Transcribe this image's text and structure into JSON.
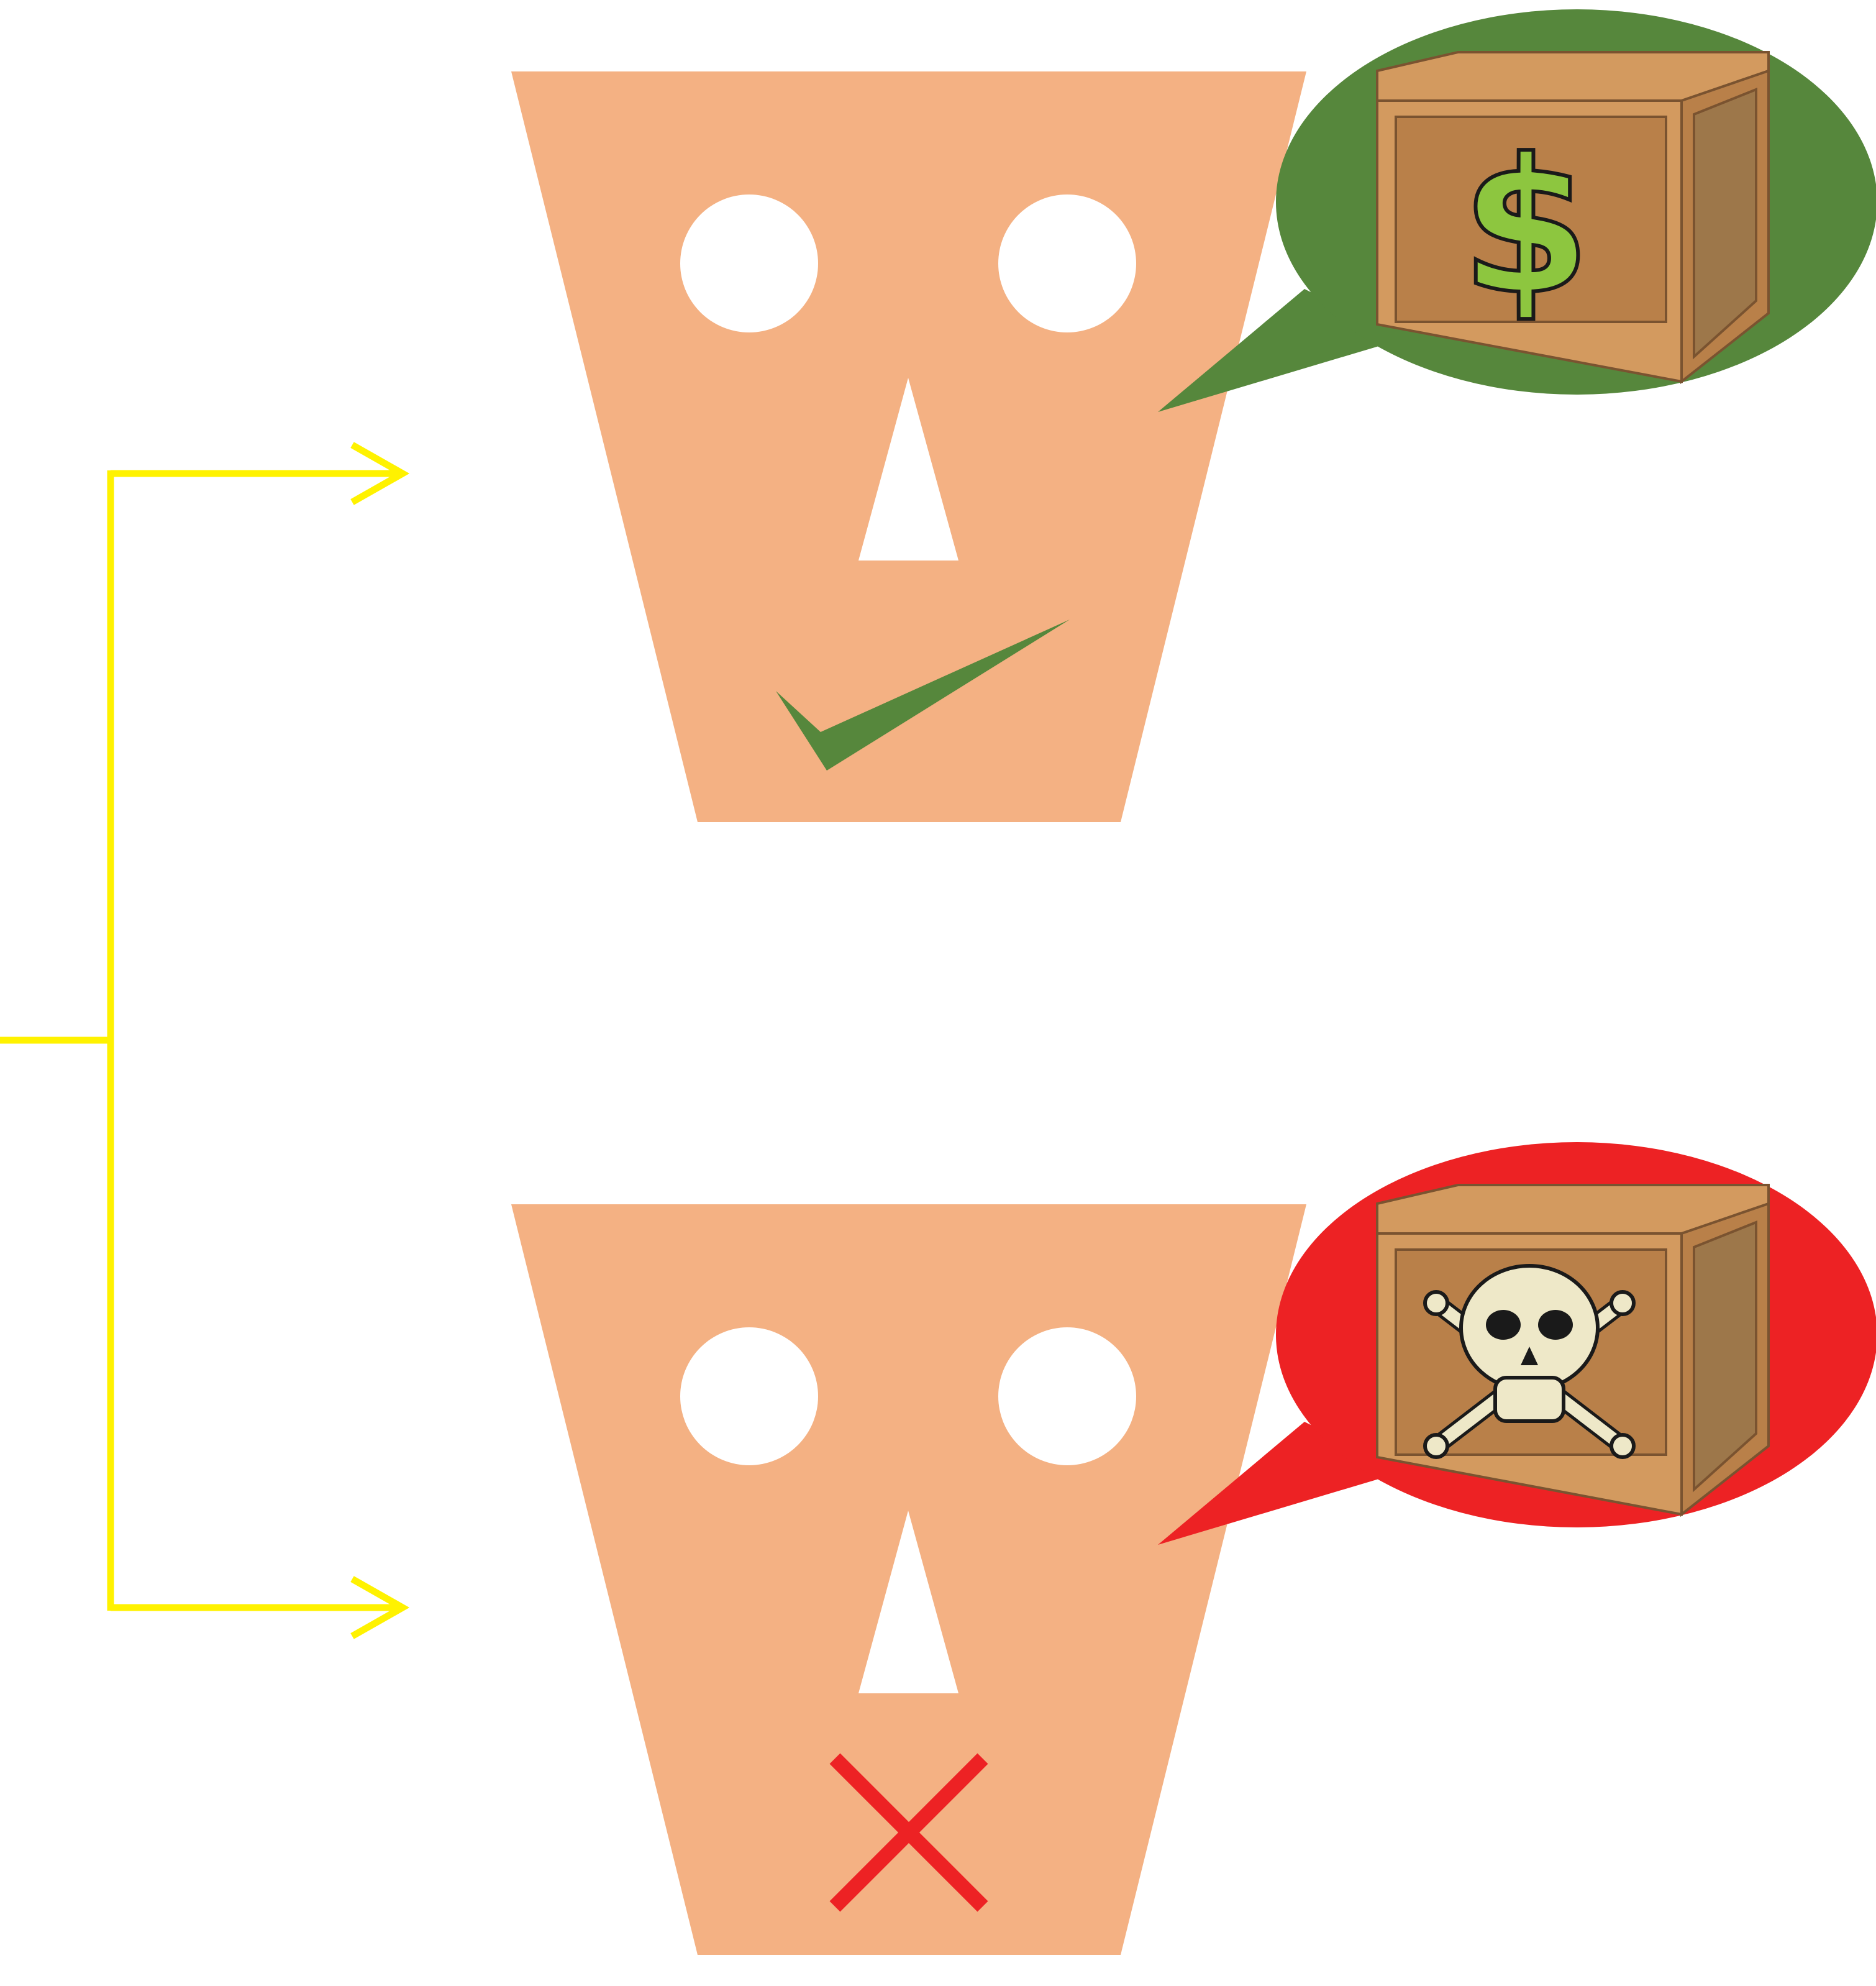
{
  "colors": {
    "background": "#ffffff",
    "connector": "#fff200",
    "face": "#f4b183",
    "face_features": "#ffffff",
    "approve_accent": "#56873c",
    "reject_accent": "#ed2224",
    "crate_light": "#d39a5f",
    "crate_mid": "#b98049",
    "crate_dark": "#9d774a",
    "crate_outline": "#7a5330",
    "dollar_fill": "#8dc63f",
    "skull_fill": "#eee8c8"
  },
  "diagram": {
    "connector": {
      "type": "branch",
      "arrows": 2
    },
    "faces": [
      {
        "outcome": "approve",
        "mouth_icon": "checkmark-icon",
        "bubble_color": "#56873c",
        "crate_symbol": "dollar-sign-icon"
      },
      {
        "outcome": "reject",
        "mouth_icon": "x-mark-icon",
        "bubble_color": "#ed2224",
        "crate_symbol": "skull-and-crossbones-icon"
      }
    ]
  }
}
